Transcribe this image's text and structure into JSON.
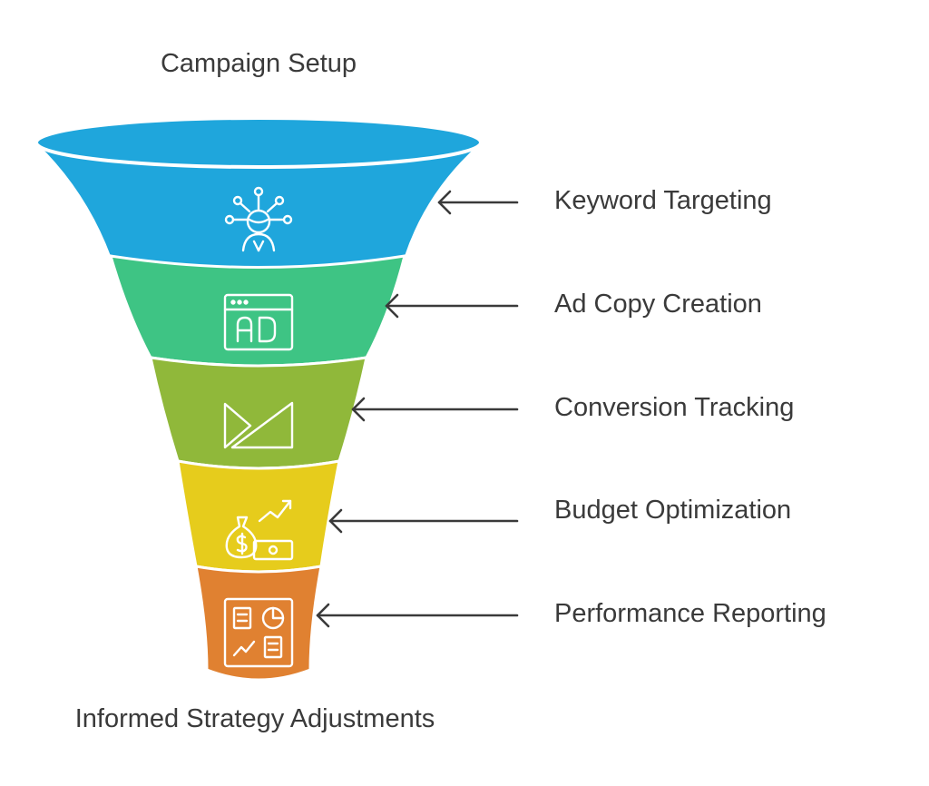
{
  "funnel": {
    "top_label": "Campaign Setup",
    "bottom_label": "Informed Strategy Adjustments",
    "stages": [
      {
        "label": "Keyword Targeting",
        "color": "#1fa6dc",
        "icon": "person-network-icon"
      },
      {
        "label": "Ad Copy Creation",
        "color": "#3ec484",
        "icon": "ad-window-icon"
      },
      {
        "label": "Conversion Tracking",
        "color": "#90b83a",
        "icon": "conversion-triangles-icon"
      },
      {
        "label": "Budget Optimization",
        "color": "#e6cc1c",
        "icon": "money-growth-icon"
      },
      {
        "label": "Performance Reporting",
        "color": "#e08131",
        "icon": "report-dashboard-icon"
      }
    ]
  }
}
